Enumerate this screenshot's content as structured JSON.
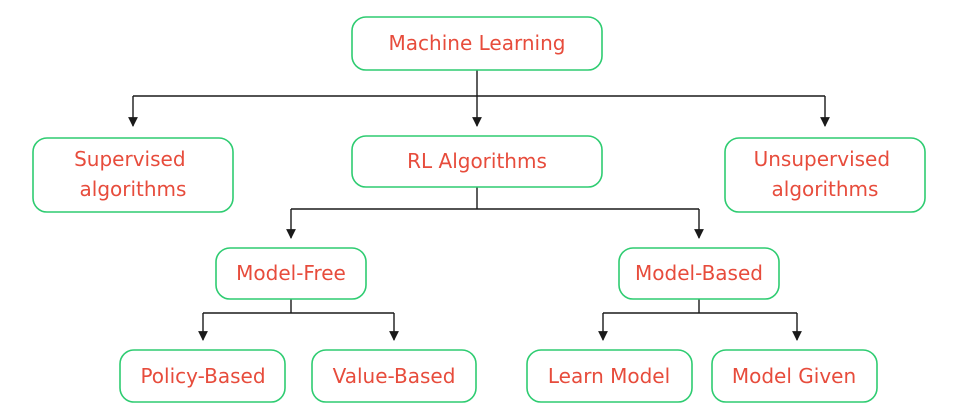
{
  "colors": {
    "node_text": "#e74c3c",
    "node_border": "#2ecc71",
    "connector": "#1a1a1a"
  },
  "nodes": {
    "machine_learning": {
      "lines": [
        "Machine Learning"
      ]
    },
    "supervised": {
      "lines": [
        "Supervised",
        "algorithms"
      ]
    },
    "rl_algorithms": {
      "lines": [
        "RL Algorithms"
      ]
    },
    "unsupervised": {
      "lines": [
        "Unsupervised",
        "algorithms"
      ]
    },
    "model_free": {
      "lines": [
        "Model-Free"
      ]
    },
    "model_based": {
      "lines": [
        "Model-Based"
      ]
    },
    "policy_based": {
      "lines": [
        "Policy-Based"
      ]
    },
    "value_based": {
      "lines": [
        "Value-Based"
      ]
    },
    "learn_model": {
      "lines": [
        "Learn Model"
      ]
    },
    "model_given": {
      "lines": [
        "Model Given"
      ]
    }
  },
  "edges": [
    {
      "from": "machine_learning",
      "to": [
        "supervised",
        "rl_algorithms",
        "unsupervised"
      ]
    },
    {
      "from": "rl_algorithms",
      "to": [
        "model_free",
        "model_based"
      ]
    },
    {
      "from": "model_free",
      "to": [
        "policy_based",
        "value_based"
      ]
    },
    {
      "from": "model_based",
      "to": [
        "learn_model",
        "model_given"
      ]
    }
  ]
}
